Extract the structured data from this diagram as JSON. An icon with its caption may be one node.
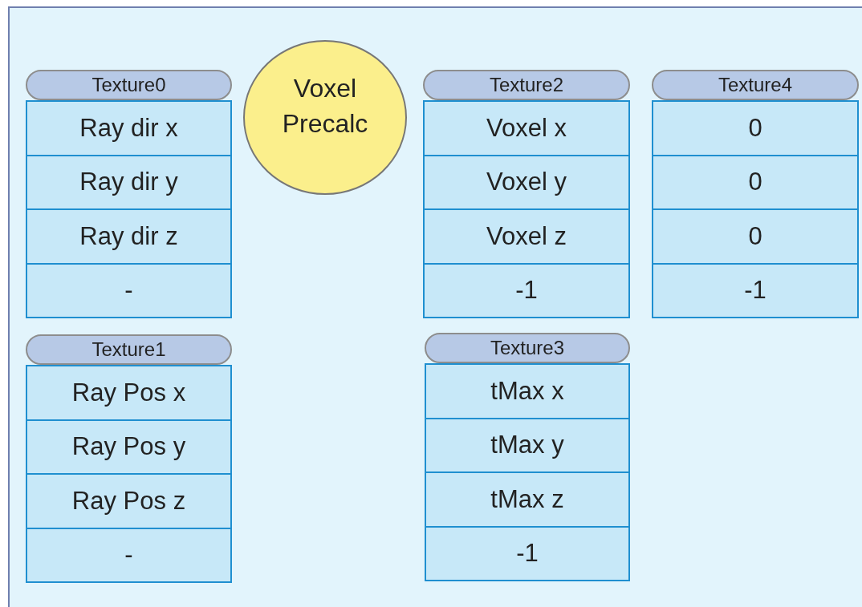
{
  "diagram": {
    "nodes": [
      {
        "text": [
          "Texture0"
        ]
      },
      {
        "text": [
          "Ray dir x"
        ]
      },
      {
        "text": [
          "Ray dir y"
        ]
      },
      {
        "text": [
          "Ray dir z"
        ]
      },
      {
        "text": [
          "-"
        ]
      },
      {
        "text": [
          "Voxel Precalc"
        ]
      },
      {
        "text": [
          "Texture2"
        ]
      },
      {
        "text": [
          "Voxel x"
        ]
      },
      {
        "text": [
          "Voxel y"
        ]
      },
      {
        "text": [
          "Voxel z"
        ]
      },
      {
        "text": [
          "-1"
        ]
      },
      {
        "text": [
          "Texture4"
        ]
      },
      {
        "text": [
          "0"
        ]
      },
      {
        "text": [
          "0"
        ]
      },
      {
        "text": [
          "0"
        ]
      },
      {
        "text": [
          "-1"
        ]
      },
      {
        "text": [
          "Texture1"
        ]
      },
      {
        "text": [
          "Ray Pos x"
        ]
      },
      {
        "text": [
          "Ray Pos y"
        ]
      },
      {
        "text": [
          "Ray Pos z"
        ]
      },
      {
        "text": [
          "-"
        ]
      },
      {
        "text": [
          "Texture3"
        ]
      },
      {
        "text": [
          "tMax x"
        ]
      },
      {
        "text": [
          "tMax y"
        ]
      },
      {
        "text": [
          "tMax z"
        ]
      },
      {
        "text": [
          "-1"
        ]
      }
    ],
    "edges": []
  }
}
